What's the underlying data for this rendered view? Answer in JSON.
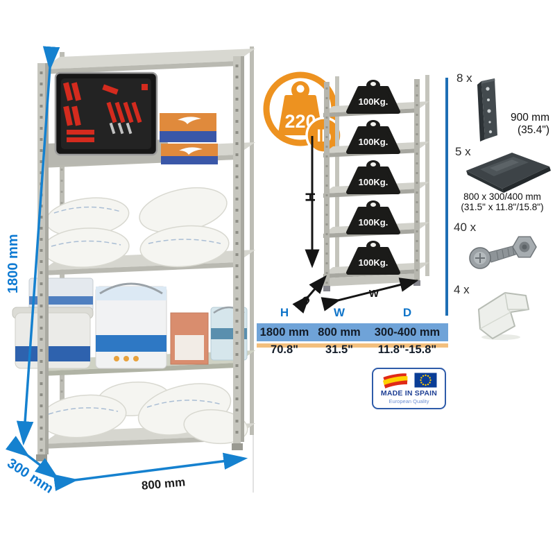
{
  "photo": {
    "height_label": "1800 mm",
    "depth_label": "300 mm",
    "width_label": "800 mm"
  },
  "capacity_badge": {
    "value": "220",
    "unit": "lb"
  },
  "diagram": {
    "weight_label": "100Kg.",
    "height_axis": "H",
    "width_axis": "W",
    "depth_axis": "D"
  },
  "spec_table": {
    "headers": {
      "h": "H",
      "w": "W",
      "d": "D"
    },
    "metric": {
      "h": "1800 mm",
      "w": "800 mm",
      "d": "300-400 mm"
    },
    "imperial": {
      "h": "70.8\"",
      "w": "31.5\"",
      "d": "11.8\"-15.8\""
    }
  },
  "parts": {
    "posts": {
      "qty": "8 x",
      "dim1": "900 mm",
      "dim2": "(35.4\")"
    },
    "shelves": {
      "qty": "5 x",
      "dim1": "800 x 300/400 mm",
      "dim2": "(31.5\" x 11.8\"/15.8\")"
    },
    "bolts": {
      "qty": "40 x"
    },
    "feet": {
      "qty": "4 x"
    }
  },
  "origin_badge": {
    "title": "MADE IN SPAIN",
    "subtitle": "European Quality"
  },
  "colors": {
    "accent_blue": "#1581CF",
    "dimension_text_blue": "#0E7AD2",
    "badge_orange": "#ED9220",
    "table_row_blue": "#6FA3D8",
    "table_row_orange": "#F3BF7D",
    "table_header_blue": "#1075C9",
    "separator_blue": "#1E6FB5",
    "origin_navy": "#1E3F94"
  }
}
